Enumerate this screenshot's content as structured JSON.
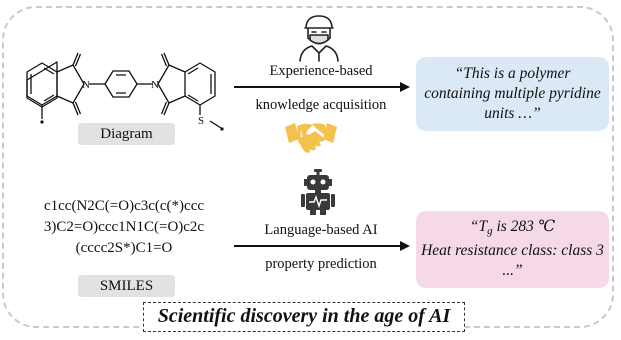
{
  "diagram": {
    "top_row": {
      "structure_label": "Diagram",
      "arrow_label_line1": "Experience-based",
      "arrow_label_line2": "knowledge acquisition",
      "callout_line1": "“This is a polymer",
      "callout_line2": "containing multiple pyridine",
      "callout_line3": "units …”"
    },
    "bottom_row": {
      "smiles_lines": [
        "c1cc(N2C(=O)c3c(c(*)ccc",
        "3)C2=O)ccc1N1C(=O)c2c",
        "(cccc2S*)C1=O"
      ],
      "smiles_label": "SMILES",
      "arrow_label_line1": "Language-based AI",
      "arrow_label_line2": "property prediction",
      "callout_tg_open": "“T",
      "callout_tg_sub": "g",
      "callout_tg_rest": " is 283 ℃",
      "callout_line2": "Heat resistance class: class 3",
      "callout_line3": "...”"
    },
    "atoms": {
      "n_left": "N",
      "n_right": "N",
      "sulfur": "S"
    },
    "caption": "Scientific discovery in the age of AI",
    "colors": {
      "blue_box": "#dbe9f7",
      "pink_box": "#f6d9e7",
      "handshake": "#f2c24c",
      "robot": "#3a3a3a",
      "border": "#c9c9c9"
    },
    "icons": [
      "scientist-icon",
      "handshake-icon",
      "robot-icon"
    ]
  }
}
